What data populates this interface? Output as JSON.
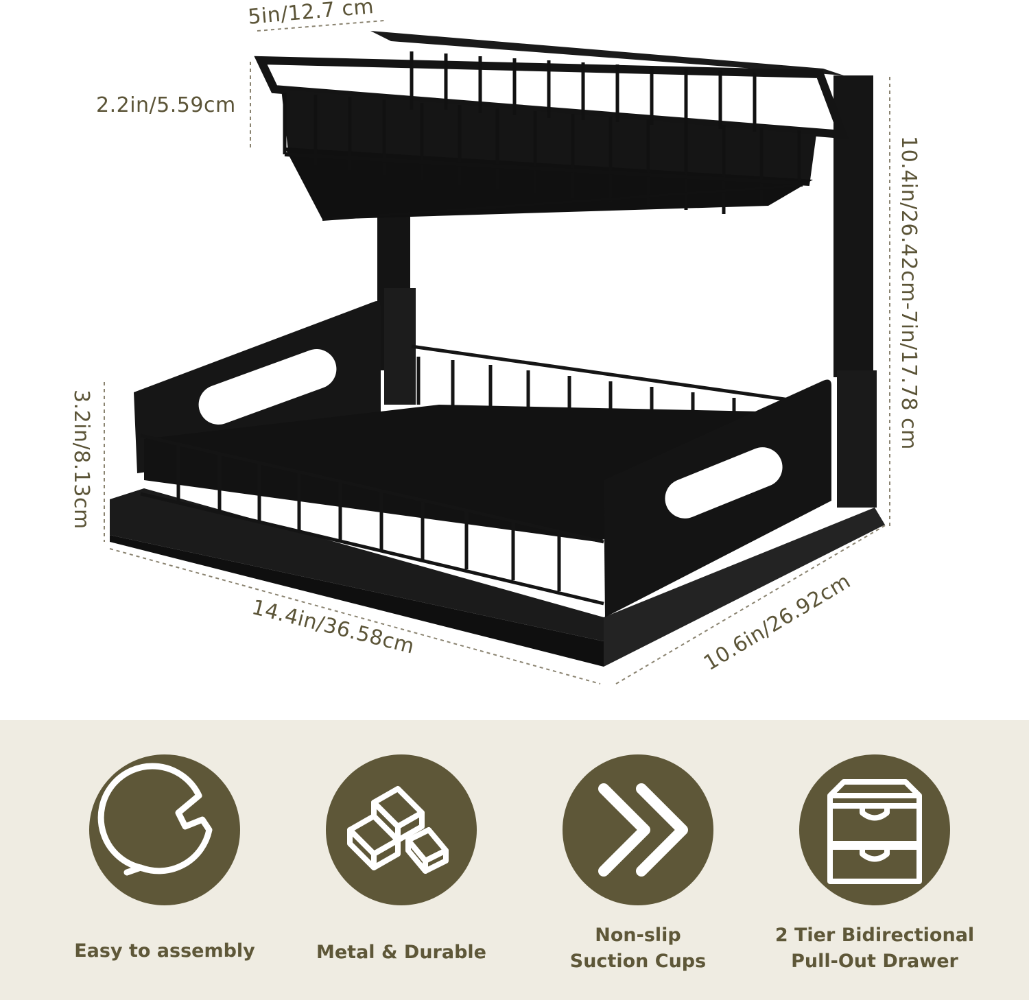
{
  "dimensions": {
    "top_width": "5in/12.7 cm",
    "top_height": "2.2in/5.59cm",
    "total_height": "10.4in/26.42cm-7in/17.78 cm",
    "bottom_height": "3.2in/8.13cm",
    "length": "14.4in/36.58cm",
    "depth": "10.6in/26.92cm"
  },
  "colors": {
    "text_olive": "#5b5437",
    "badge_fill": "#5e5738",
    "band_bg": "#efece2",
    "rack_black": "#111111"
  },
  "features": [
    {
      "icon": "wrench-icon",
      "lines": [
        "Easy to assembly"
      ]
    },
    {
      "icon": "metal-bars-icon",
      "lines": [
        "Metal & Durable"
      ]
    },
    {
      "icon": "double-chevron-icon",
      "lines": [
        "Non-slip",
        "Suction Cups"
      ]
    },
    {
      "icon": "drawer-icon",
      "lines": [
        "2 Tier Bidirectional",
        "Pull-Out Drawer"
      ]
    }
  ]
}
